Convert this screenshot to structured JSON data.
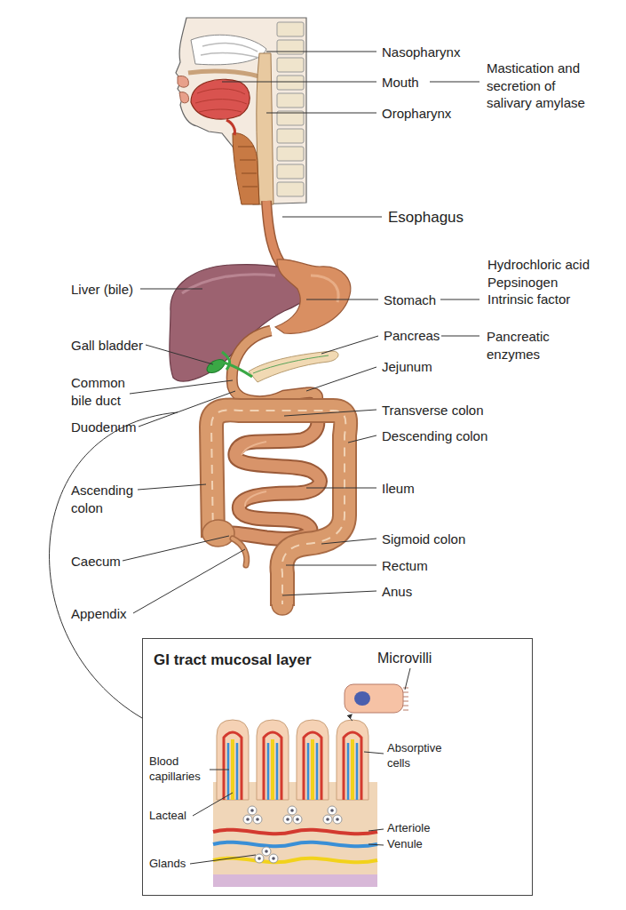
{
  "diagram": {
    "nodes": [
      {
        "text": [
          "GI tract mucosal layer"
        ]
      }
    ],
    "labels": [
      "Nasopharynx",
      "Mouth",
      "Mastication and secretion of salivary amylase",
      "Oropharynx",
      "Esophagus",
      "Hydrochloric acid",
      "Pepsinogen",
      "Intrinsic factor",
      "Liver (bile)",
      "Stomach",
      "Pancreas",
      "Pancreatic enzymes",
      "Gall bladder",
      "Common bile duct",
      "Jejunum",
      "Transverse colon",
      "Duodenum",
      "Descending colon",
      "Ascending colon",
      "Ileum",
      "Caecum",
      "Sigmoid colon",
      "Rectum",
      "Anus",
      "Appendix",
      "Microvilli",
      "Blood capillaries",
      "Absorptive cells",
      "Lacteal",
      "Arteriole",
      "Venule",
      "Glands"
    ]
  }
}
